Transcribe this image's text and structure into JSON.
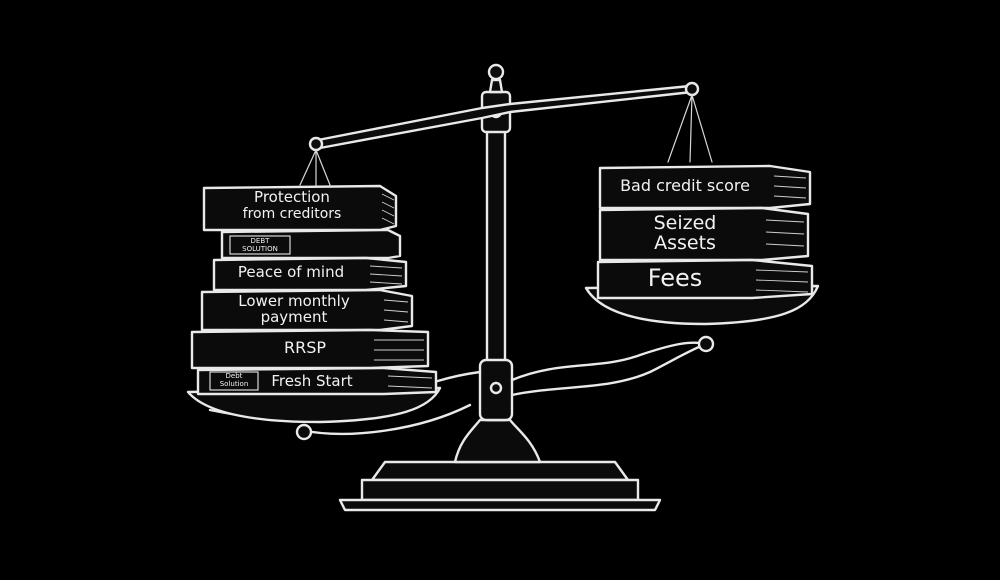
{
  "scale": {
    "left_pan": {
      "books": [
        {
          "line1": "Protection",
          "line2": "from creditors"
        },
        {
          "stamp1": "DEBT",
          "stamp2": "SOLUTION"
        },
        {
          "line1": "Peace of mind"
        },
        {
          "line1": "Lower monthly",
          "line2": "payment"
        },
        {
          "line1": "RRSP"
        },
        {
          "stamp1": "Debt",
          "stamp2": "Solution",
          "line1": "Fresh Start"
        }
      ]
    },
    "right_pan": {
      "books": [
        {
          "line1": "Bad credit score"
        },
        {
          "line1": "Seized",
          "line2": "Assets"
        },
        {
          "line1": "Fees"
        }
      ]
    }
  }
}
